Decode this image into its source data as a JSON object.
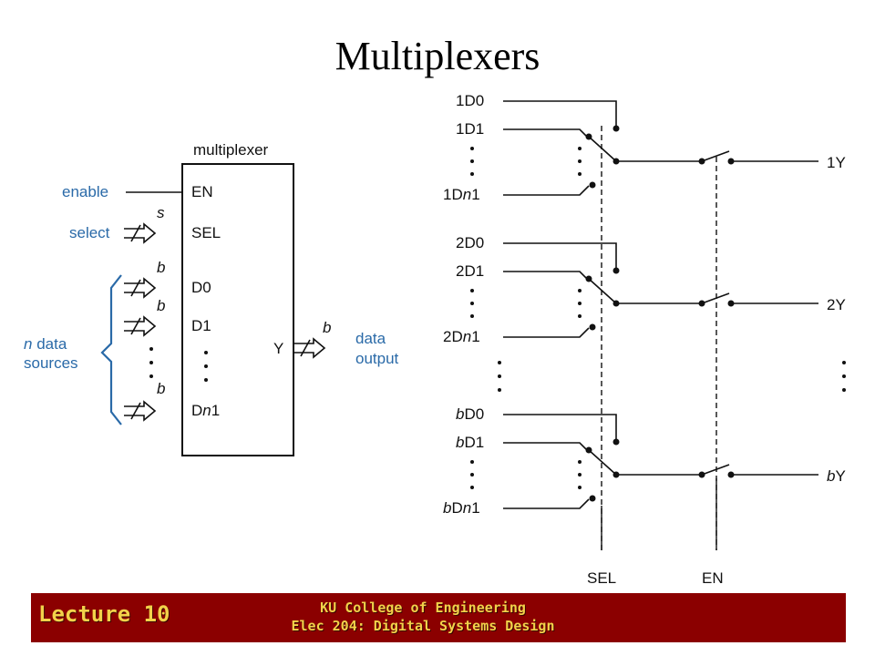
{
  "title": "Multiplexers",
  "left_diagram": {
    "block_title": "multiplexer",
    "en_label": "EN",
    "sel_label": "SEL",
    "d0_label": "D0",
    "d1_label": "D1",
    "dn_prefix": "D",
    "dn_italic": "n",
    "dn_suffix": "1",
    "y_label": "Y",
    "enable": "enable",
    "select": "select",
    "s": "s",
    "b": "b",
    "sources_italic": "n",
    "sources_rest": " data",
    "sources_line2": "sources",
    "output_line1": "data",
    "output_line2": "output"
  },
  "right_diagram": {
    "groups": [
      {
        "in0": "1D0",
        "in1": "1D1",
        "inn_prefix": "1D",
        "out": "1Y"
      },
      {
        "in0": "2D0",
        "in1": "2D1",
        "inn_prefix": "2D",
        "out": "2Y"
      },
      {
        "prefix_italic": "b",
        "in0": "D0",
        "in1": "D1",
        "inn_prefix": "D",
        "out": "Y"
      }
    ],
    "n_italic": "n",
    "n_suffix": "1",
    "sel": "SEL",
    "en": "EN"
  },
  "footer": {
    "lecture": "Lecture 10",
    "line1": "KU College of Engineering",
    "line2": "Elec 204: Digital Systems Design"
  },
  "colors": {
    "label_blue": "#2a6aa8",
    "footer_bg": "#8b0000",
    "footer_text": "#f2d24a"
  }
}
